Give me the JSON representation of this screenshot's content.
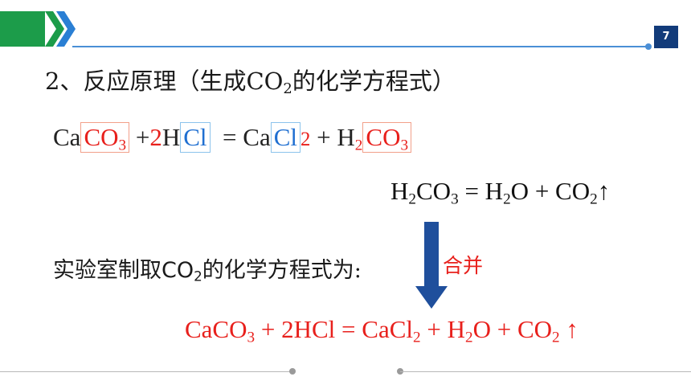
{
  "header": {
    "page_number": "7",
    "accent_color": "#1c9c4a",
    "line_color": "#4a8fd6"
  },
  "title": {
    "prefix": "2、反应原理（生成",
    "co2_base": "CO",
    "co2_sub": "2",
    "suffix": "的化学方程式）"
  },
  "equation1": {
    "ca": "Ca",
    "co3_base": "CO",
    "co3_sub": "3",
    "plus1": "+",
    "coef2": "2",
    "h": "H",
    "cl1": "Cl",
    "eq": "=",
    "ca2": "Ca",
    "cl2": "Cl",
    "two": "2",
    "plus2": "+",
    "h2_base": "H",
    "h2_sub": "2",
    "co3b_base": "CO",
    "co3b_sub": "3"
  },
  "equation2": {
    "h2": "H",
    "h2_sub": "2",
    "co3": "CO",
    "co3_sub": "3",
    "eq": "=",
    "h2o_h": "H",
    "h2o_sub": "2",
    "h2o_o": "O",
    "plus": "+",
    "co2": "CO",
    "co2_sub": "2",
    "up": "↑"
  },
  "lab_label": {
    "prefix": "实验室制取",
    "co2": "CO",
    "co2_sub": "2",
    "suffix": "的化学方程式为:"
  },
  "merge_label": "合并",
  "equation3": {
    "caco": "CaCO",
    "caco_sub": "3",
    "plus1": "+",
    "hcl": "2HCl",
    "eq": "=",
    "cacl": "CaCl",
    "cacl_sub": "2",
    "plus2": "+",
    "h": "H",
    "h_sub": "2",
    "o": "O",
    "plus3": "+",
    "co": "CO",
    "co_sub": "2",
    "up": "↑"
  }
}
